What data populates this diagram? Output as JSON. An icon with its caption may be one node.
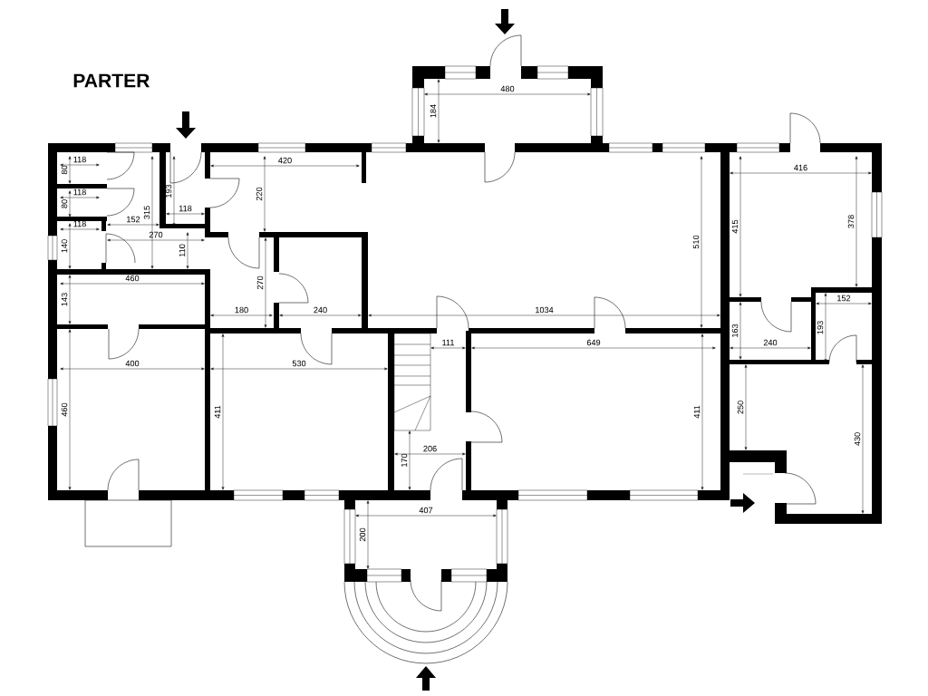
{
  "diagram": {
    "title": "PARTER",
    "nodes": [
      {
        "text": [],
        "shape": "box"
      }
    ],
    "labels": [
      "184",
      "480",
      "118",
      "80",
      "315",
      "193",
      "420",
      "220",
      "416",
      "378",
      "118",
      "80",
      "118",
      "152",
      "118",
      "140",
      "270",
      "110",
      "510",
      "415",
      "460",
      "143",
      "270",
      "152",
      "180",
      "240",
      "1034",
      "163",
      "193",
      "111",
      "649",
      "240",
      "400",
      "530",
      "460",
      "411",
      "411",
      "250",
      "430",
      "206",
      "170",
      "407",
      "200"
    ]
  }
}
